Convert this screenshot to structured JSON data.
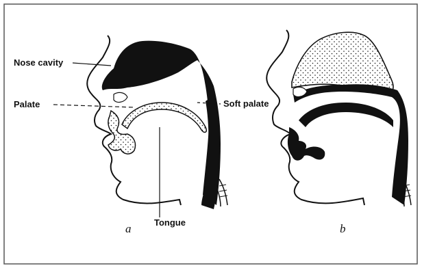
{
  "labels": {
    "nose_cavity": "Nose cavity",
    "palate": "Palate",
    "soft_palate": "Soft palate",
    "tongue": "Tongue"
  },
  "panels": {
    "a": "a",
    "b": "b"
  },
  "colors": {
    "ink": "#111111",
    "paper": "#ffffff",
    "frame": "#555555"
  }
}
